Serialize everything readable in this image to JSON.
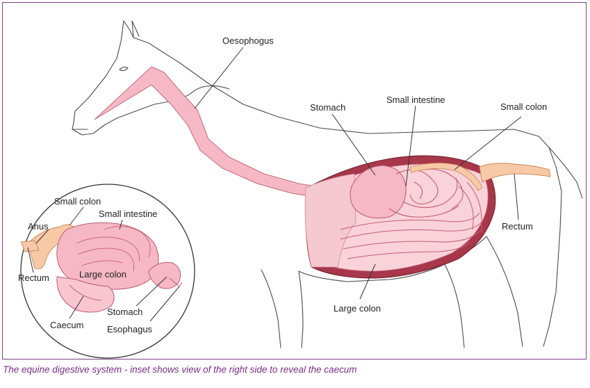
{
  "diagram": {
    "labels": {
      "oesophogus": "Oesophogus",
      "stomach": "Stomach",
      "small_intestine": "Small intestine",
      "small_colon": "Small colon",
      "rectum": "Rectum",
      "large_colon": "Large colon"
    },
    "inset_labels": {
      "small_colon": "Small colon",
      "small_intestine": "Small intestine",
      "anus": "Anus",
      "rectum": "Rectum",
      "large_colon": "Large colon",
      "stomach": "Stomach",
      "caecum": "Caecum",
      "esophagus": "Esophagus"
    },
    "caption": "The equine digestive system - inset shows view of the right side to reveal the caecum"
  },
  "colors": {
    "frame": "#7b3f86",
    "caption": "#7b2f86",
    "organ_pink": "#f6b8c4",
    "organ_light": "#f9d2da",
    "cavity_dark": "#a8374a",
    "colon_orange": "#f7c9a6"
  }
}
